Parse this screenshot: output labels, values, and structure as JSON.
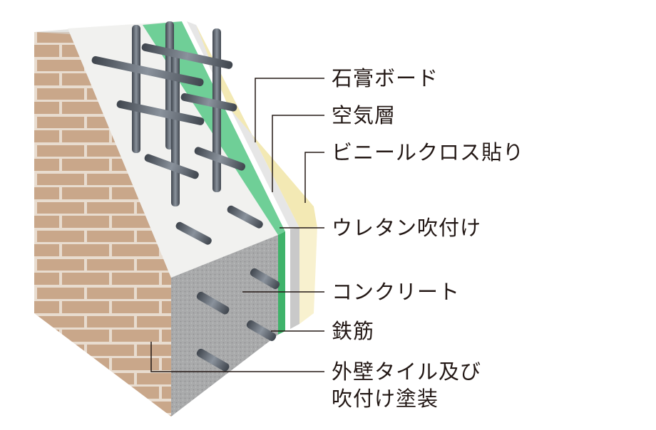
{
  "labels": {
    "gypsum_board": "石膏ボード",
    "air_layer": "空気層",
    "vinyl_cloth": "ビニールクロス貼り",
    "urethane": "ウレタン吹付け",
    "concrete": "コンクリート",
    "rebar": "鉄筋",
    "exterior_line1": "外壁タイル及び",
    "exterior_line2": "吹付け塗装"
  },
  "colors": {
    "tile": "#c9a78a",
    "tile_grout": "#e8dccf",
    "concrete_front": "#a9aaab",
    "concrete_top": "#f1f1ef",
    "urethane": "#6fcf97",
    "gypsum": "#dcdcdc",
    "vinyl": "#f3e9b4",
    "rebar": "#5b626c",
    "leader": "#231815"
  }
}
